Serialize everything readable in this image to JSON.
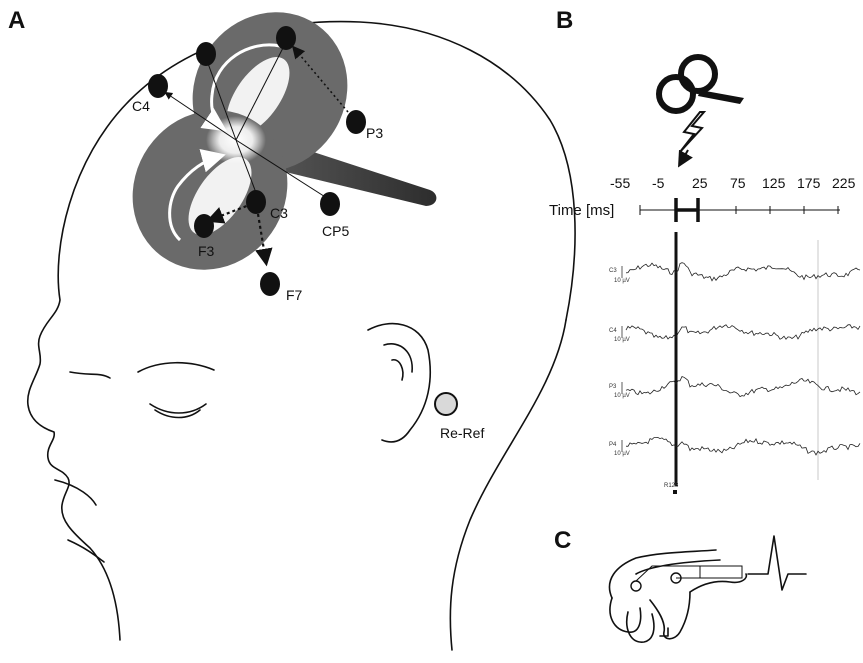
{
  "panels": {
    "a": "A",
    "b": "B",
    "c": "C"
  },
  "electrodes": {
    "c4": "C4",
    "p3": "P3",
    "c3": "C3",
    "cp5": "CP5",
    "f3": "F3",
    "f7": "F7",
    "reref": "Re-Ref"
  },
  "time_axis": {
    "label": "Time [ms]",
    "ticks": [
      "-55",
      "-5",
      "25",
      "75",
      "125",
      "175",
      "225"
    ]
  },
  "traces": {
    "labels": [
      "C3",
      "C4",
      "P3",
      "P4"
    ],
    "scale": "10 µV",
    "marker": "R128"
  },
  "colors": {
    "coil_fill": "#6a6a6a",
    "outline": "#111111",
    "reref_fill": "#d9d9d9"
  },
  "icons": [
    "tms-coil-icon",
    "lightning-bolt-icon",
    "hand-emg-icon"
  ]
}
